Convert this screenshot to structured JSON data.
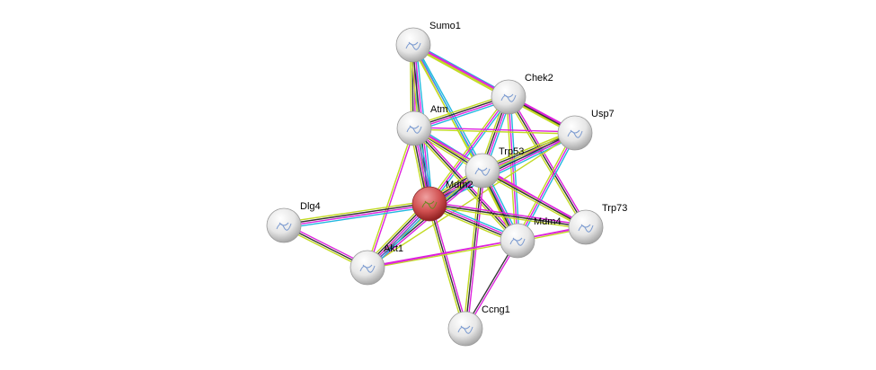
{
  "colors": {
    "black": "#333333",
    "cyan": "#22b8e0",
    "magenta": "#dd22dd",
    "yellow": "#c2da22",
    "blue": "#5a5ad0",
    "node": "#e8e8e8",
    "query_node": "#d05050"
  },
  "nodes": [
    {
      "id": "Sumo1",
      "label": "Sumo1",
      "query": false
    },
    {
      "id": "Chek2",
      "label": "Chek2",
      "query": false
    },
    {
      "id": "Atm",
      "label": "Atm",
      "query": false
    },
    {
      "id": "Usp7",
      "label": "Usp7",
      "query": false
    },
    {
      "id": "Trp53",
      "label": "Trp53",
      "query": false
    },
    {
      "id": "Mdm2",
      "label": "Mdm2",
      "query": true
    },
    {
      "id": "Dlg4",
      "label": "Dlg4",
      "query": false
    },
    {
      "id": "Trp73",
      "label": "Trp73",
      "query": false
    },
    {
      "id": "Mdm4",
      "label": "Mdm4",
      "query": false
    },
    {
      "id": "Akt1",
      "label": "Akt1",
      "query": false
    },
    {
      "id": "Ccng1",
      "label": "Ccng1",
      "query": false
    }
  ],
  "edges": [
    {
      "s": "Sumo1",
      "t": "Atm",
      "ev": [
        "cyan",
        "magenta",
        "black",
        "yellow"
      ]
    },
    {
      "s": "Sumo1",
      "t": "Chek2",
      "ev": [
        "cyan",
        "magenta",
        "yellow"
      ]
    },
    {
      "s": "Sumo1",
      "t": "Trp53",
      "ev": [
        "cyan",
        "magenta",
        "yellow"
      ]
    },
    {
      "s": "Sumo1",
      "t": "Mdm2",
      "ev": [
        "cyan",
        "magenta",
        "black",
        "yellow"
      ]
    },
    {
      "s": "Sumo1",
      "t": "Usp7",
      "ev": [
        "magenta",
        "yellow"
      ]
    },
    {
      "s": "Sumo1",
      "t": "Mdm4",
      "ev": [
        "cyan",
        "yellow"
      ]
    },
    {
      "s": "Chek2",
      "t": "Atm",
      "ev": [
        "cyan",
        "magenta",
        "black",
        "yellow"
      ]
    },
    {
      "s": "Chek2",
      "t": "Usp7",
      "ev": [
        "magenta",
        "black",
        "yellow"
      ]
    },
    {
      "s": "Chek2",
      "t": "Trp53",
      "ev": [
        "cyan",
        "magenta",
        "black",
        "yellow"
      ]
    },
    {
      "s": "Chek2",
      "t": "Mdm2",
      "ev": [
        "cyan",
        "magenta",
        "yellow"
      ]
    },
    {
      "s": "Chek2",
      "t": "Mdm4",
      "ev": [
        "cyan",
        "magenta",
        "yellow"
      ]
    },
    {
      "s": "Chek2",
      "t": "Trp73",
      "ev": [
        "magenta",
        "black",
        "yellow"
      ]
    },
    {
      "s": "Atm",
      "t": "Usp7",
      "ev": [
        "magenta",
        "yellow"
      ]
    },
    {
      "s": "Atm",
      "t": "Trp53",
      "ev": [
        "cyan",
        "magenta",
        "black",
        "yellow"
      ]
    },
    {
      "s": "Atm",
      "t": "Mdm2",
      "ev": [
        "cyan",
        "blue",
        "magenta",
        "black",
        "yellow"
      ]
    },
    {
      "s": "Atm",
      "t": "Mdm4",
      "ev": [
        "magenta",
        "black",
        "yellow"
      ]
    },
    {
      "s": "Atm",
      "t": "Akt1",
      "ev": [
        "magenta",
        "yellow"
      ]
    },
    {
      "s": "Atm",
      "t": "Trp73",
      "ev": [
        "magenta",
        "yellow"
      ]
    },
    {
      "s": "Usp7",
      "t": "Trp53",
      "ev": [
        "cyan",
        "magenta",
        "black",
        "yellow"
      ]
    },
    {
      "s": "Usp7",
      "t": "Mdm2",
      "ev": [
        "cyan",
        "magenta",
        "black",
        "yellow"
      ]
    },
    {
      "s": "Usp7",
      "t": "Mdm4",
      "ev": [
        "cyan",
        "magenta",
        "yellow"
      ]
    },
    {
      "s": "Usp7",
      "t": "Akt1",
      "ev": [
        "yellow"
      ]
    },
    {
      "s": "Trp53",
      "t": "Mdm2",
      "ev": [
        "cyan",
        "blue",
        "magenta",
        "black",
        "yellow"
      ]
    },
    {
      "s": "Trp53",
      "t": "Mdm4",
      "ev": [
        "cyan",
        "magenta",
        "black",
        "yellow"
      ]
    },
    {
      "s": "Trp53",
      "t": "Trp73",
      "ev": [
        "magenta",
        "black",
        "yellow"
      ]
    },
    {
      "s": "Trp53",
      "t": "Ccng1",
      "ev": [
        "magenta",
        "black",
        "yellow"
      ]
    },
    {
      "s": "Trp53",
      "t": "Akt1",
      "ev": [
        "magenta",
        "black",
        "yellow"
      ]
    },
    {
      "s": "Mdm2",
      "t": "Dlg4",
      "ev": [
        "cyan",
        "magenta",
        "black",
        "yellow"
      ]
    },
    {
      "s": "Mdm2",
      "t": "Akt1",
      "ev": [
        "cyan",
        "blue",
        "magenta",
        "black",
        "yellow"
      ]
    },
    {
      "s": "Mdm2",
      "t": "Mdm4",
      "ev": [
        "cyan",
        "magenta",
        "black",
        "yellow"
      ]
    },
    {
      "s": "Mdm2",
      "t": "Trp73",
      "ev": [
        "magenta",
        "black",
        "yellow"
      ]
    },
    {
      "s": "Mdm2",
      "t": "Ccng1",
      "ev": [
        "magenta",
        "black",
        "yellow"
      ]
    },
    {
      "s": "Dlg4",
      "t": "Akt1",
      "ev": [
        "magenta",
        "black",
        "yellow"
      ]
    },
    {
      "s": "Akt1",
      "t": "Mdm4",
      "ev": [
        "magenta",
        "yellow"
      ]
    },
    {
      "s": "Akt1",
      "t": "Trp73",
      "ev": [
        "magenta"
      ]
    },
    {
      "s": "Mdm4",
      "t": "Ccng1",
      "ev": [
        "magenta",
        "black"
      ]
    },
    {
      "s": "Mdm4",
      "t": "Trp73",
      "ev": [
        "magenta",
        "yellow"
      ]
    }
  ]
}
